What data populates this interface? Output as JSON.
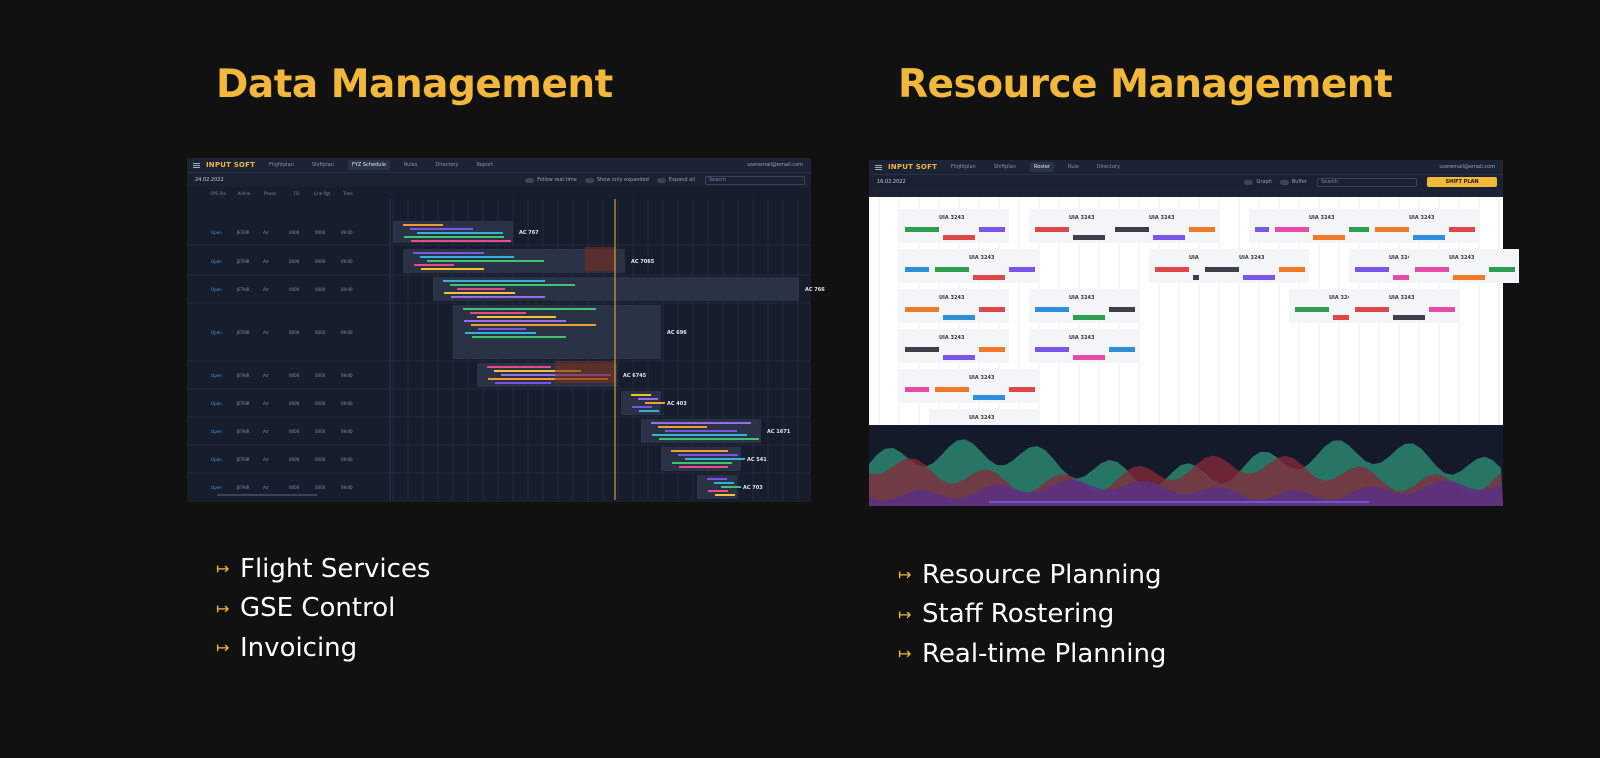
{
  "left": {
    "title": "Data Management",
    "features": [
      "Flight Services",
      "GSE Control",
      "Invoicing"
    ],
    "screenshot": {
      "brand": "INPUT SOFT",
      "tabs": [
        "Flightplan",
        "Shiftplan",
        "FYZ Schedule",
        "Rules",
        "Directory",
        "Report"
      ],
      "active_tab": 2,
      "user": "useremail@email.com",
      "date": "24.02.2022",
      "controls": [
        "Follow real time",
        "Show only expanded",
        "Expand all"
      ],
      "search_placeholder": "Search",
      "columns": [
        "OPS Sts",
        "Airline",
        "Phase",
        "T.B",
        "Line flgt",
        "Time"
      ],
      "flights": [
        "AC 767",
        "AC 7065",
        "AC 766",
        "AC 696",
        "AC 6745",
        "AC 403",
        "AC 1671",
        "AC 541",
        "AC 703"
      ]
    }
  },
  "right": {
    "title": "Resource Management",
    "features": [
      "Resource Planning",
      "Staff Rostering",
      "Real-time Planning"
    ],
    "screenshot": {
      "brand": "INPUT SOFT",
      "tabs": [
        "Flightplan",
        "Shiftplan",
        "Roster",
        "Rule",
        "Directory"
      ],
      "active_tab": 2,
      "user": "useremail@email.com",
      "date": "16.02.2022",
      "controls": [
        "Graph",
        "Buffer"
      ],
      "search_placeholder": "Search",
      "action_label": "SHIFT PLAN",
      "card_label": "UIA 3243"
    }
  },
  "colors": {
    "accent": "#f1b83c",
    "background": "#111111",
    "text": "#ffffff"
  },
  "icons": {
    "bullet": "arrow-right-icon"
  }
}
